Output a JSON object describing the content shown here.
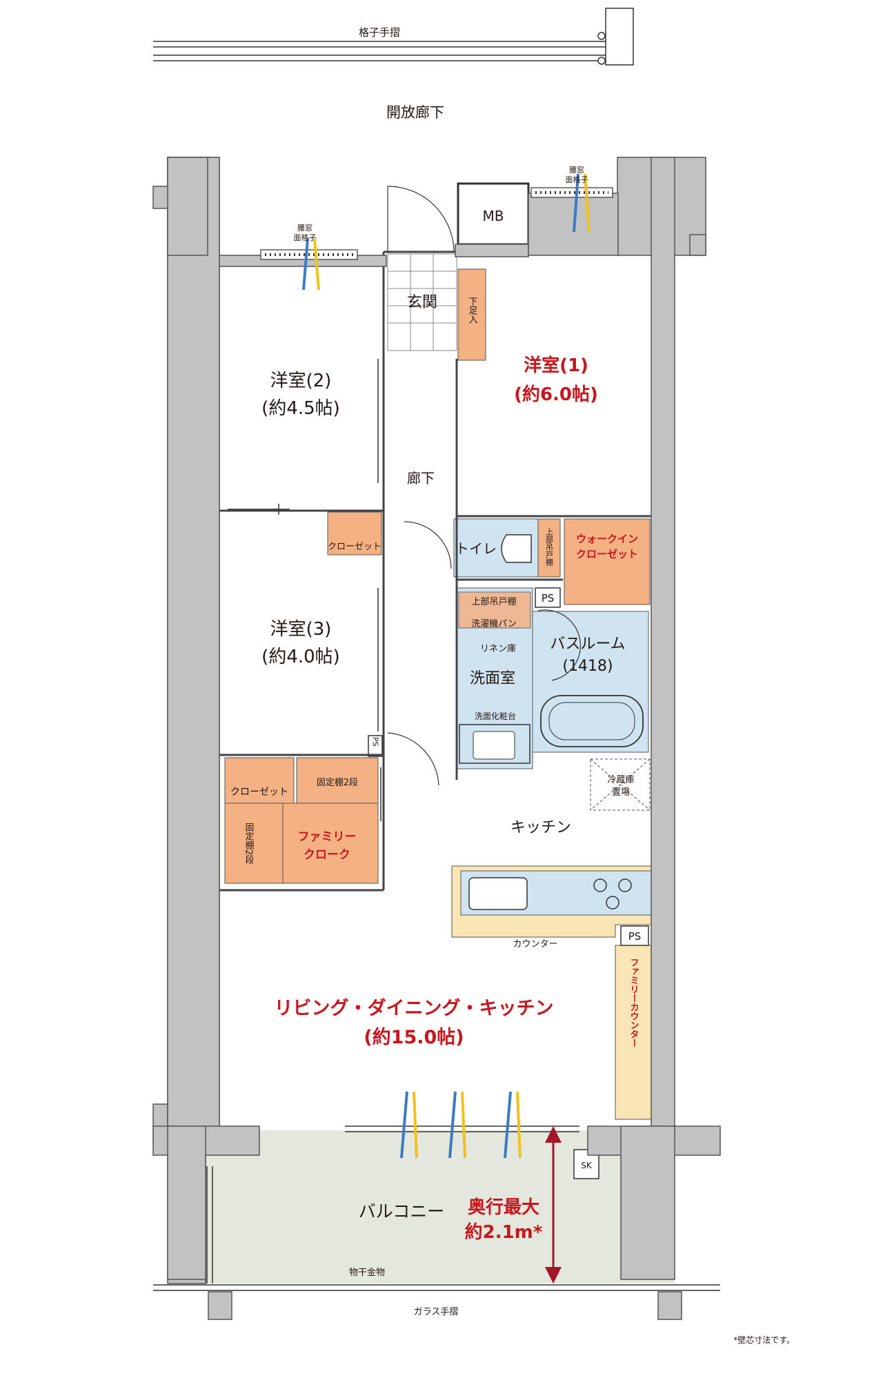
{
  "labels": {
    "lattice_railing": "格子手摺",
    "open_corridor": "開放廊下",
    "waist_window_top": "腰窓",
    "waist_window_bottom": "面格子",
    "mb": "MB",
    "genkan": "玄関",
    "shoe_storage": "下足入",
    "western1_name": "洋室(1)",
    "western1_size": "(約6.0帖)",
    "western2_name": "洋室(2)",
    "western2_size": "(約4.5帖)",
    "western3_name": "洋室(3)",
    "western3_size": "(約4.0帖)",
    "hallway": "廊下",
    "closet": "クローゼット",
    "toilet": "トイレ",
    "toilet_shelf": "上部吊戸棚",
    "walkin_closet_1": "ウォークイン",
    "walkin_closet_2": "クローゼット",
    "ps": "PS",
    "upper_cabinet": "上部吊戸棚",
    "washer_pan": "洗濯機パン",
    "linen_storage": "リネン庫",
    "washroom": "洗面室",
    "vanity": "洗面化粧台",
    "bathroom_name": "バスルーム",
    "bathroom_size": "(1418)",
    "fridge_1": "冷蔵庫",
    "fridge_2": "置場",
    "kitchen": "キッチン",
    "fixed_shelf_2": "固定棚2段",
    "fixed_shelf_vertical": "固定棚2段",
    "family_cloak_1": "ファミリー",
    "family_cloak_2": "クローク",
    "counter": "カウンター",
    "family_counter": "ファミリーカウンター",
    "ldk_name": "リビング・ダイニング・キッチン",
    "ldk_size": "(約15.0帖)",
    "sk": "SK",
    "balcony": "バルコニー",
    "depth_1": "奥行最大",
    "depth_2": "約2.1m*",
    "clothes_hanger": "物干金物",
    "glass_railing": "ガラス手摺",
    "footnote": "*壁芯寸法です。"
  },
  "colors": {
    "wall": "#c2c2c2",
    "storage": "#f4b184",
    "wet_area": "#cfe3f1",
    "counter": "#fae6b4",
    "balcony": "#e4e7de",
    "accent_red": "#c8161d",
    "depth_arrow": "#a3162a",
    "airflow_blue": "#3c7bc4",
    "airflow_yellow": "#f2c11b"
  }
}
